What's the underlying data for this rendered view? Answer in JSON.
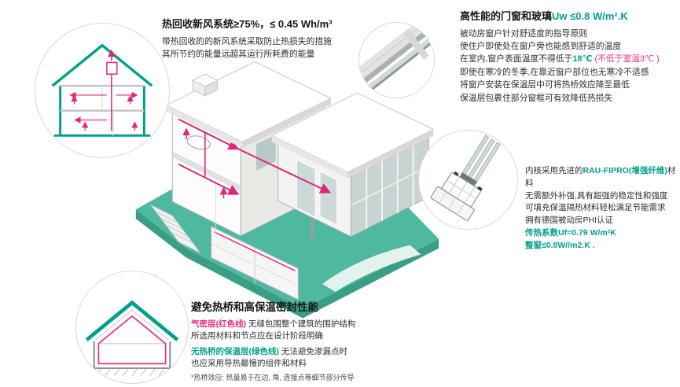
{
  "colors": {
    "teal": "#00A08C",
    "pink": "#E6317F",
    "terrain": "#4EB8A1",
    "duct_red": "#E2247A"
  },
  "ventilation": {
    "title": "热回收新风系统≥75%，≤ 0.45 Wh/m³",
    "lines": [
      "带热回收的的新风系统采取防止热损失的措施",
      "其所节约的能量远超其运行所耗费的能量"
    ]
  },
  "windows": {
    "title_black": "高性能的门窗和玻璃",
    "title_teal": "Uw ≤0.8 W/m².K",
    "lines_before": [
      "被动房窗户针对舒适度的指导原则",
      "使住户即使处在窗户旁也能感到舒适的温度"
    ],
    "temp_line": {
      "a": "在室内,窗户表面温度不得低于",
      "teal": "18℃",
      "pink": " (不低于室温3℃ )"
    },
    "lines_after": [
      "即使在寒冷的冬季,在靠近窗户部位也无寒冷不适感",
      "将窗户安装在保温层中可将热桥效应降至最低",
      "保温层包裹住部分窗框可有效降低热损失"
    ]
  },
  "profile": {
    "intro": {
      "a": "内核采用先进的",
      "teal": "RAU-FIPRO(增强纤维)",
      "b": "材料"
    },
    "lines": [
      "无需额外补强,具有超强的稳定性和强度",
      "可填充保温隔热材料轻松满足节能需求",
      "拥有德国被动房PHI认证"
    ],
    "u_frame": "传热系数Uf=0.79 W/m²K",
    "u_window": "整窗≤0.8W//m2.K ."
  },
  "thermal": {
    "title": "避免热桥和高保温密封性能",
    "airtight": {
      "label": "气密层(红色线)",
      "text1": " 无缝包围整个建筑的围护结构",
      "text2": "所选用材料和节点应在设计阶段明确"
    },
    "insulation": {
      "label": "无热桥的保温层(绿色线)",
      "text1": " 无法避免渗漏点时",
      "text2": "也应采用导热最慢的组件和材料"
    },
    "footnote": "*热桥效应: 热量易于在边, 角, 连接点等细节部分传导"
  }
}
